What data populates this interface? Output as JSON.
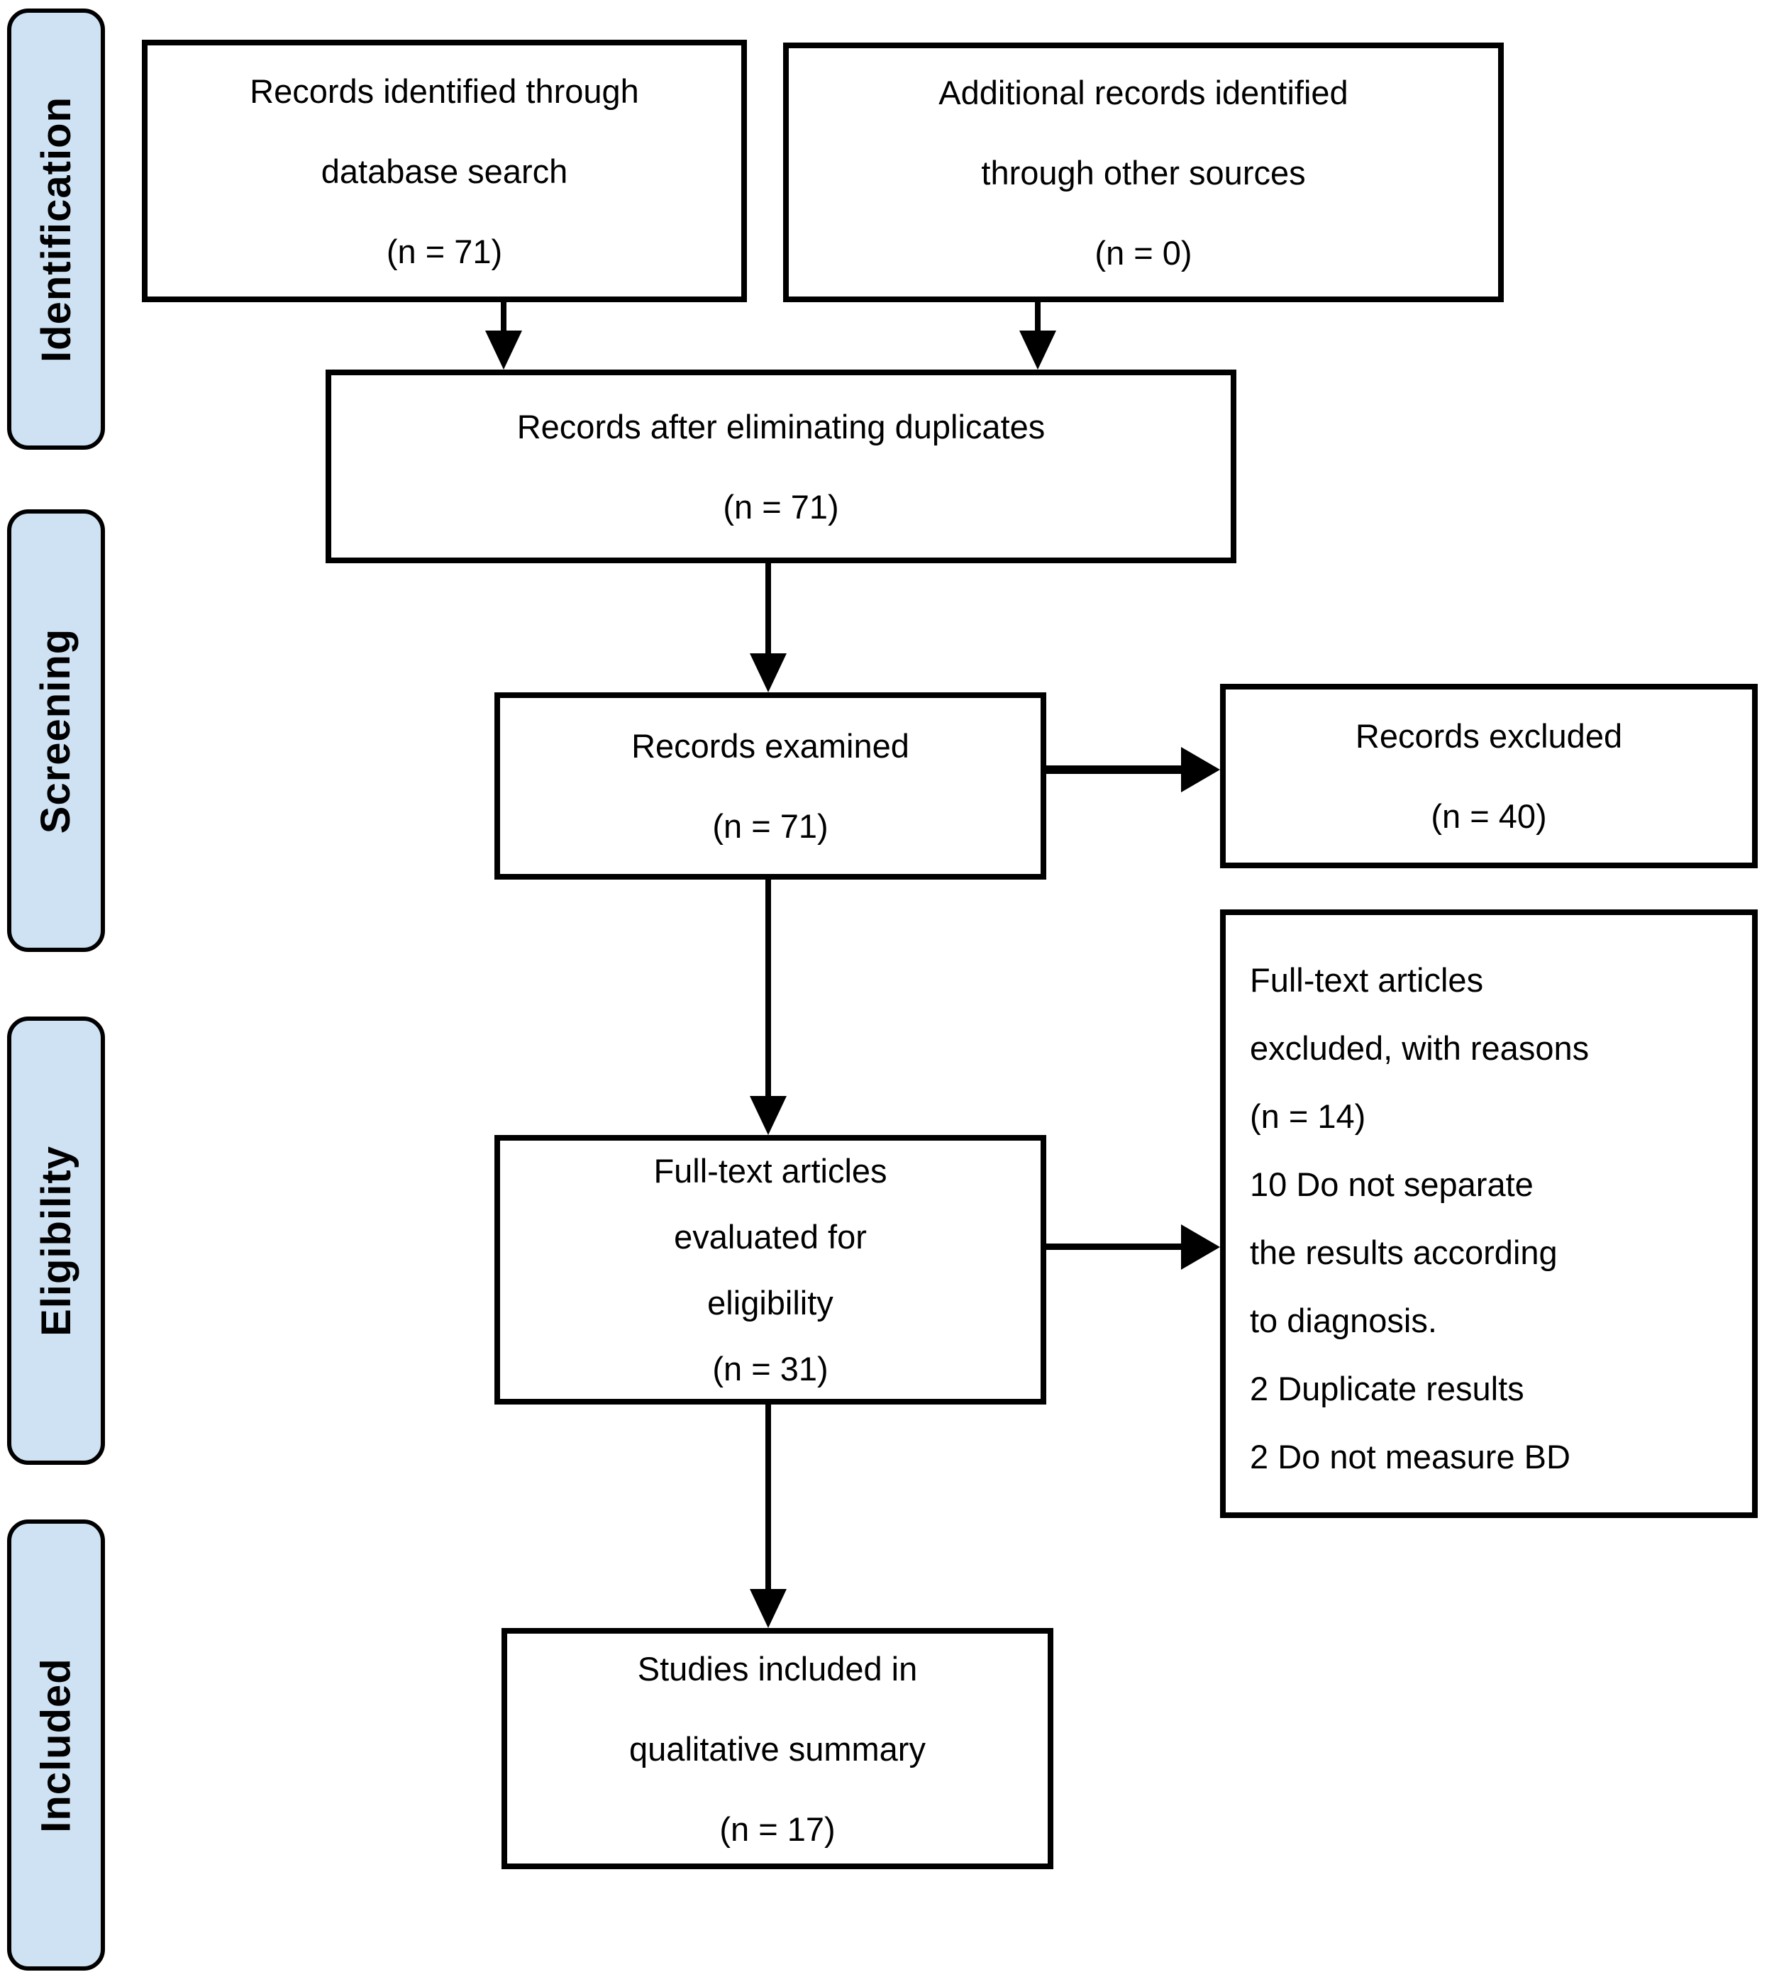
{
  "diagram": {
    "type": "PRISMA flow diagram",
    "background_color": "#ffffff",
    "stage_fill_color": "#cfe2f3",
    "stage_border_color": "#000000",
    "box_border_color": "#000000",
    "arrow_color": "#000000",
    "text_color": "#000000"
  },
  "stages": [
    {
      "label": "Identification"
    },
    {
      "label": "Screening"
    },
    {
      "label": "Eligibility"
    },
    {
      "label": "Included"
    }
  ],
  "boxes": {
    "identified": {
      "lines": [
        "Records identified through",
        "database search",
        "(n = 71)"
      ]
    },
    "additional": {
      "lines": [
        "Additional records identified",
        "through other sources",
        "(n = 0)"
      ]
    },
    "deduplicated": {
      "lines": [
        "Records after eliminating duplicates",
        "(n = 71)"
      ]
    },
    "examined": {
      "lines": [
        "Records examined",
        "(n = 71)"
      ]
    },
    "excluded": {
      "lines": [
        "Records excluded",
        "(n = 40)"
      ]
    },
    "fulltext": {
      "lines": [
        "Full-text articles",
        "evaluated for",
        "eligibility",
        "(n = 31)"
      ]
    },
    "fulltext_excluded": {
      "lines": [
        "Full-text articles",
        "excluded, with reasons",
        "(n = 14)",
        "10 Do not separate",
        "the results according",
        "to diagnosis.",
        "2 Duplicate results",
        "2 Do not measure BD"
      ]
    },
    "included": {
      "lines": [
        "Studies included in",
        "qualitative summary",
        "(n = 17)"
      ]
    }
  }
}
